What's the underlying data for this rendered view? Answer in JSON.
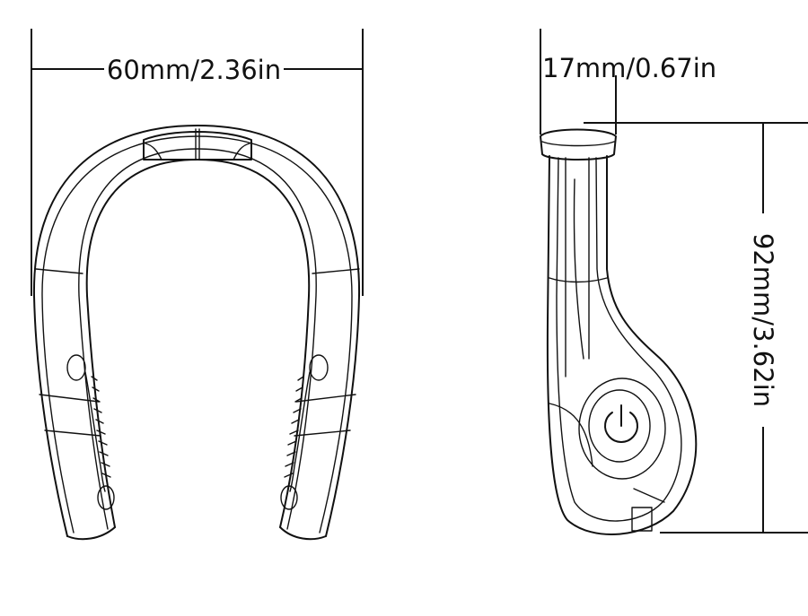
{
  "figure": {
    "type": "dimension-drawing",
    "front_view": {
      "width_label": "60mm/2.36in"
    },
    "side_view": {
      "thickness_label": "17mm/0.67in",
      "height_label": "92mm/3.62in",
      "button_icon": "power-icon"
    },
    "colors": {
      "ink": "#111111",
      "background": "#ffffff"
    }
  }
}
